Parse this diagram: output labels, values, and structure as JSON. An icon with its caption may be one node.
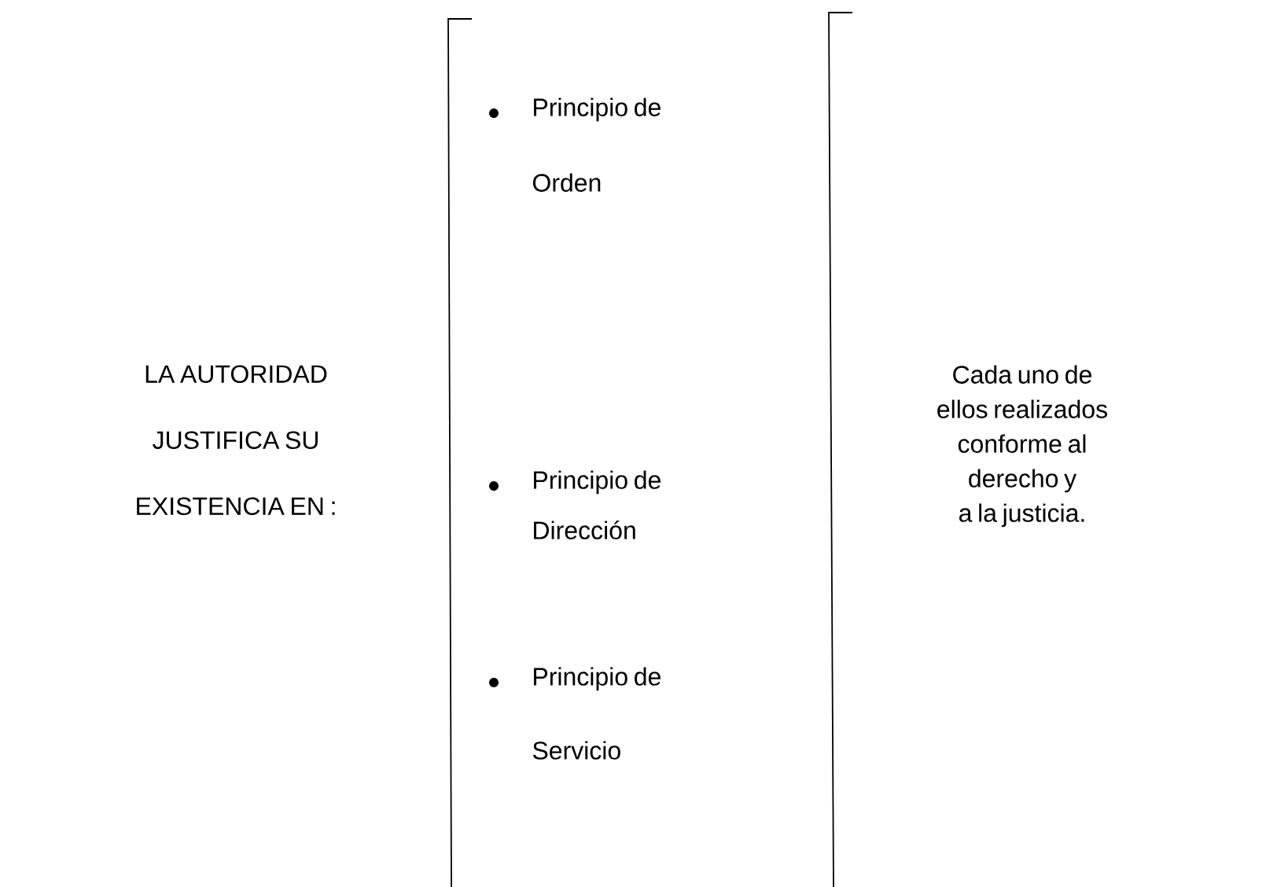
{
  "diagram": {
    "labels": [
      "LA AUTORIDAD JUSTIFICA SU EXISTENCIA EN :",
      "Principio de Orden",
      "Principio de Dirección",
      "Principio de Servicio",
      "Cada uno de ellos realizados conforme al derecho y a la justicia."
    ]
  }
}
